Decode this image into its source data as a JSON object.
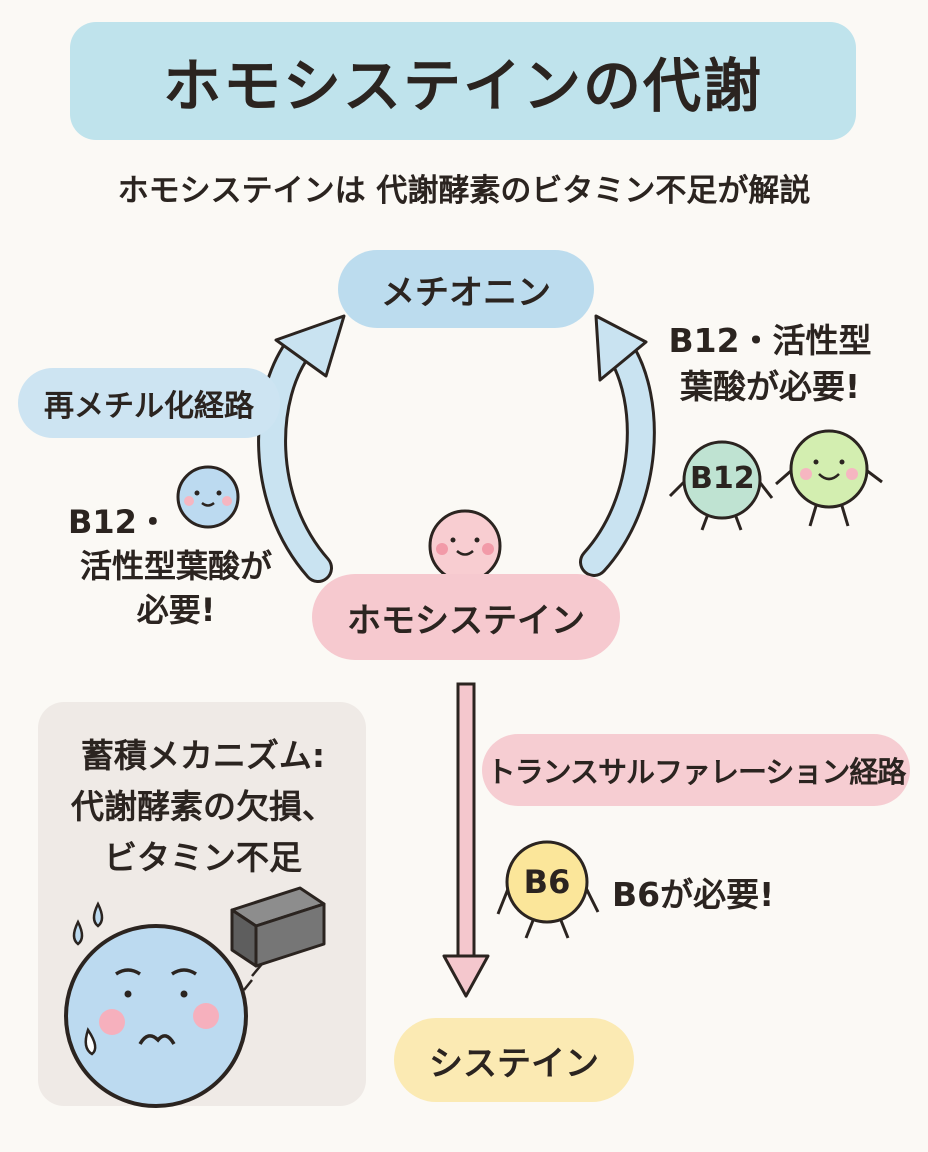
{
  "title": "ホモシステインの代謝",
  "subtitle": "ホモシステインは 代謝酵素のビタミン不足が解説",
  "nodes": {
    "methionine": "メチオニン",
    "homocysteine": "ホモシステイン",
    "cysteine": "システイン"
  },
  "pathways": {
    "remethylation": "再メチル化経路",
    "transsulfuration": "トランスサルファレーション経路"
  },
  "notes": {
    "left_line1": "B12・",
    "left_line2": "活性型葉酸が",
    "left_line3": "必要!",
    "right_line1": "B12・活性型",
    "right_line2": "葉酸が必要!",
    "b6": "B6が必要!"
  },
  "characters": {
    "b12": "B12",
    "b6": "B6"
  },
  "mechanism": {
    "line1": "蓄積メカニズム:",
    "line2": "代謝酵素の欠損、",
    "line3": "ビタミン不足"
  },
  "colors": {
    "title_bg": "#bfe3ec",
    "methionine_bg": "#bcdcee",
    "homocysteine_bg": "#f6c9cf",
    "cysteine_bg": "#fbeab3",
    "arrow_blue": "#c9e3f1",
    "arrow_pink": "#f4c7cd"
  }
}
